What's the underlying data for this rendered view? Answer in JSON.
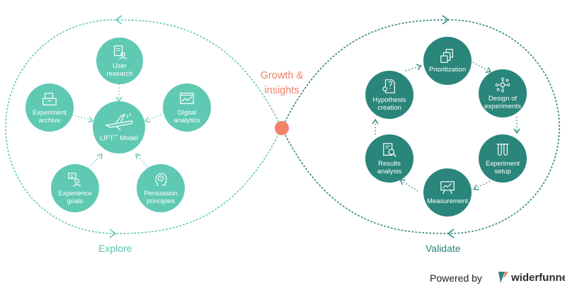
{
  "center": {
    "label_line1": "Growth &",
    "label_line2": "insights",
    "dot_color": "#f2826a"
  },
  "sections": {
    "explore": "Explore",
    "validate": "Validate"
  },
  "explore_nodes": {
    "user_research": {
      "line1": "User",
      "line2": "research",
      "icon": "user-research-icon"
    },
    "experiment_archive": {
      "line1": "Experiment",
      "line2": "archive",
      "icon": "archive-icon"
    },
    "digital_analytics": {
      "line1": "Digital",
      "line2": "analytics",
      "icon": "analytics-chart-icon"
    },
    "lift_model": {
      "line1": "LIFT",
      "sup": "™",
      "line1b": " Model",
      "icon": "airplane-icon"
    },
    "experience_goals": {
      "line1": "Experience",
      "line2": "goals",
      "icon": "goal-person-icon"
    },
    "persuasion_principles": {
      "line1": "Persuasion",
      "line2": "principles",
      "icon": "head-exclamation-icon"
    }
  },
  "validate_nodes": {
    "prioritization": {
      "line1": "Prioritization",
      "icon": "stacked-documents-icon"
    },
    "design_of_experiments": {
      "line1": "Design of",
      "line2": "experiments",
      "icon": "network-icon"
    },
    "experiment_setup": {
      "line1": "Experiment",
      "line2": "setup",
      "icon": "test-tubes-icon"
    },
    "measurement": {
      "line1": "Measurement",
      "icon": "presentation-board-icon"
    },
    "results_analysis": {
      "line1": "Results",
      "line2": "analysis",
      "icon": "document-magnifier-icon"
    },
    "hypothesis_creation": {
      "line1": "Hypothesis",
      "line2": "creation",
      "icon": "document-question-icon"
    }
  },
  "footer": {
    "powered_by": "Powered by",
    "brand": "widerfunnel"
  },
  "colors": {
    "explore_light": "#5fc9b4",
    "validate_dark": "#2a857a",
    "accent": "#f2826a"
  }
}
